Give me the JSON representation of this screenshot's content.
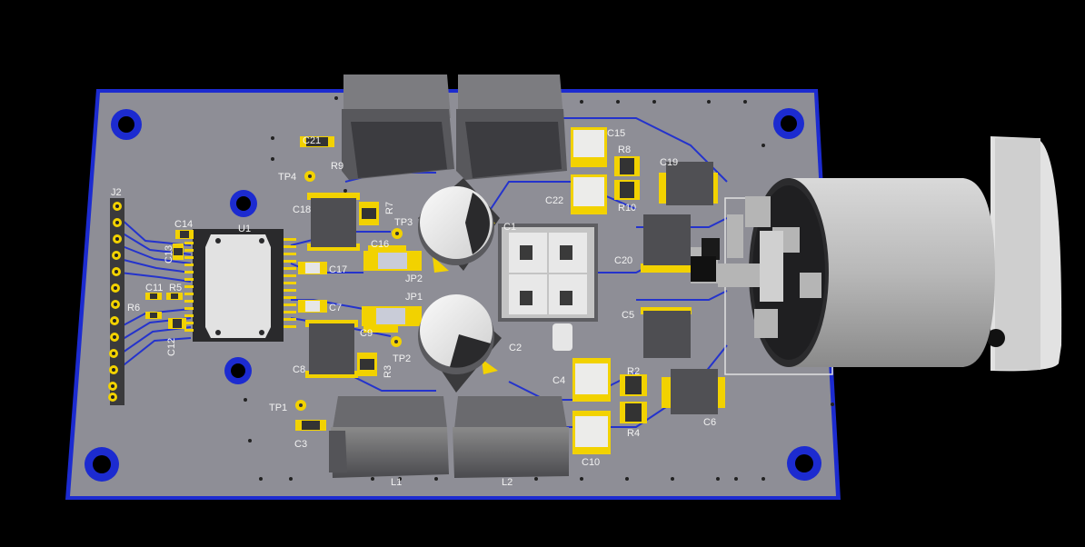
{
  "board": {
    "refs": {
      "J2": "J2",
      "U1": "U1",
      "C14": "C14",
      "C13": "C13",
      "C11": "C11",
      "R5": "R5",
      "R6": "R6",
      "C12": "C12",
      "C21": "C21",
      "R9": "R9",
      "TP4": "TP4",
      "C18": "C18",
      "R7": "R7",
      "TP3": "TP3",
      "C16": "C16",
      "C17": "C17",
      "JP2": "JP2",
      "JP1": "JP1",
      "C7": "C7",
      "C9": "C9",
      "TP2": "TP2",
      "R3": "R3",
      "C8": "C8",
      "TP1": "TP1",
      "C3": "C3",
      "C1": "C1",
      "C2": "C2",
      "C15": "C15",
      "R8": "R8",
      "C19": "C19",
      "C22": "C22",
      "R10": "R10",
      "C20": "C20",
      "C5": "C5",
      "C4": "C4",
      "R2": "R2",
      "R4": "R4",
      "C6": "C6",
      "C10": "C10",
      "L1": "L1",
      "L2": "L2"
    },
    "colors": {
      "background": "#000000",
      "substrate": "#8e8e96",
      "edge": "#1c2bd0",
      "trace": "#2433cc",
      "pad": "#f2d200",
      "component": "#505054",
      "connector": "#bdbdbd"
    }
  }
}
